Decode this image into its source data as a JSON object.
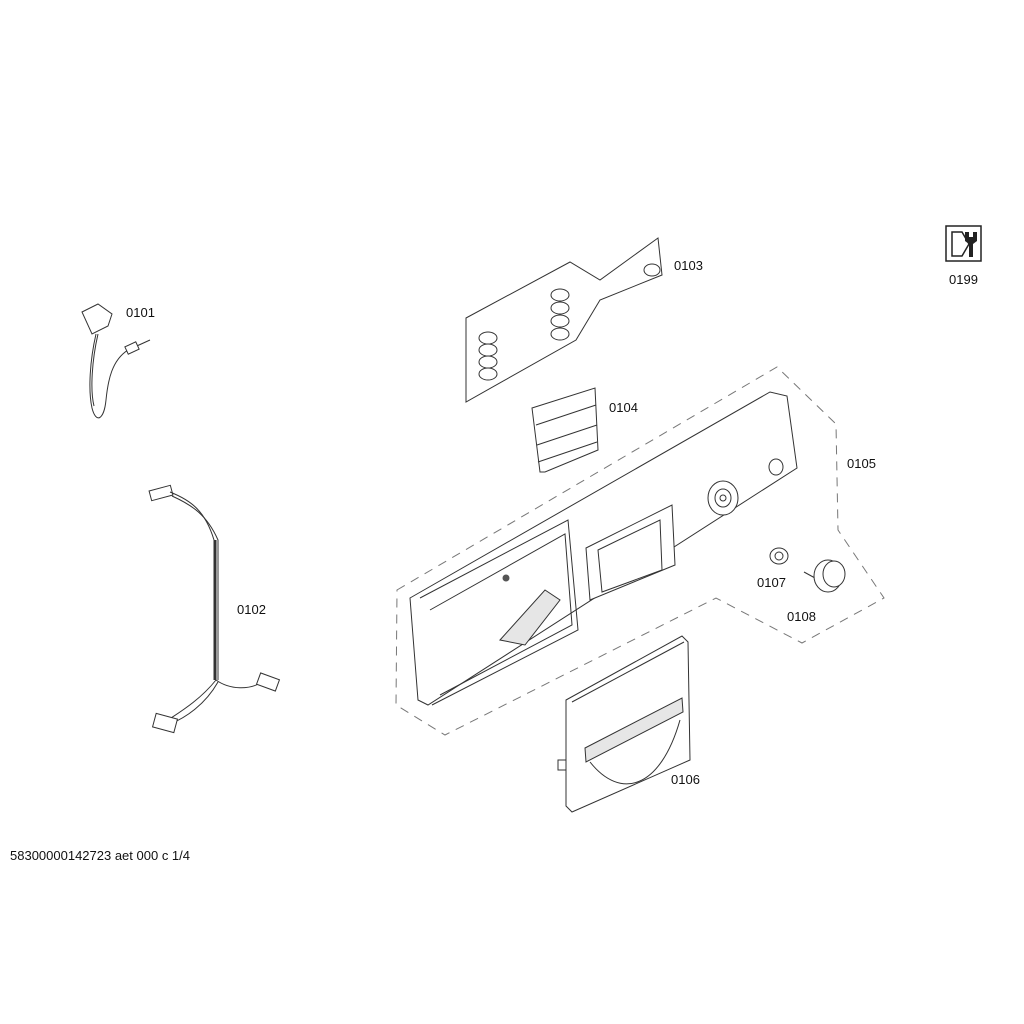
{
  "labels": {
    "p0101": "0101",
    "p0102": "0102",
    "p0103": "0103",
    "p0104": "0104",
    "p0105": "0105",
    "p0106": "0106",
    "p0107": "0107",
    "p0108": "0108",
    "p0199": "0199"
  },
  "footer": "58300000142723 aet 000 c 1/4",
  "icons": {
    "service": "service-wrench-icon"
  }
}
